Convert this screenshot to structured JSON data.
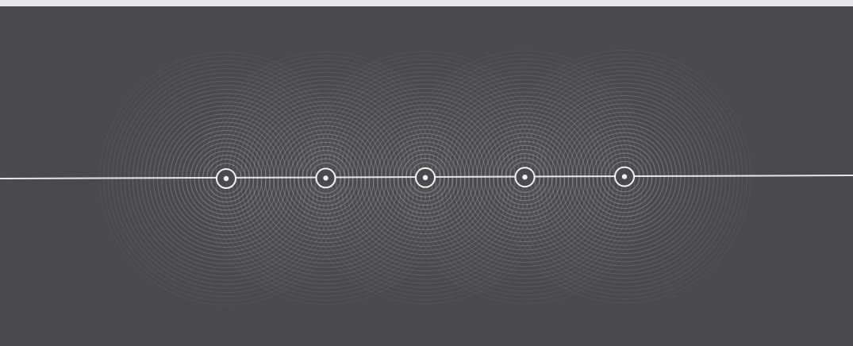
{
  "diagram": {
    "background_color": "#4a4a4e",
    "line_color": "#e6e6e6",
    "ring_color": "#cfcfd2",
    "marker_color": "#f2f2f2",
    "source_count": 5,
    "sources": [
      {
        "id": 1
      },
      {
        "id": 2
      },
      {
        "id": 3
      },
      {
        "id": 4
      },
      {
        "id": 5
      }
    ],
    "ring_count_per_source": 28
  }
}
